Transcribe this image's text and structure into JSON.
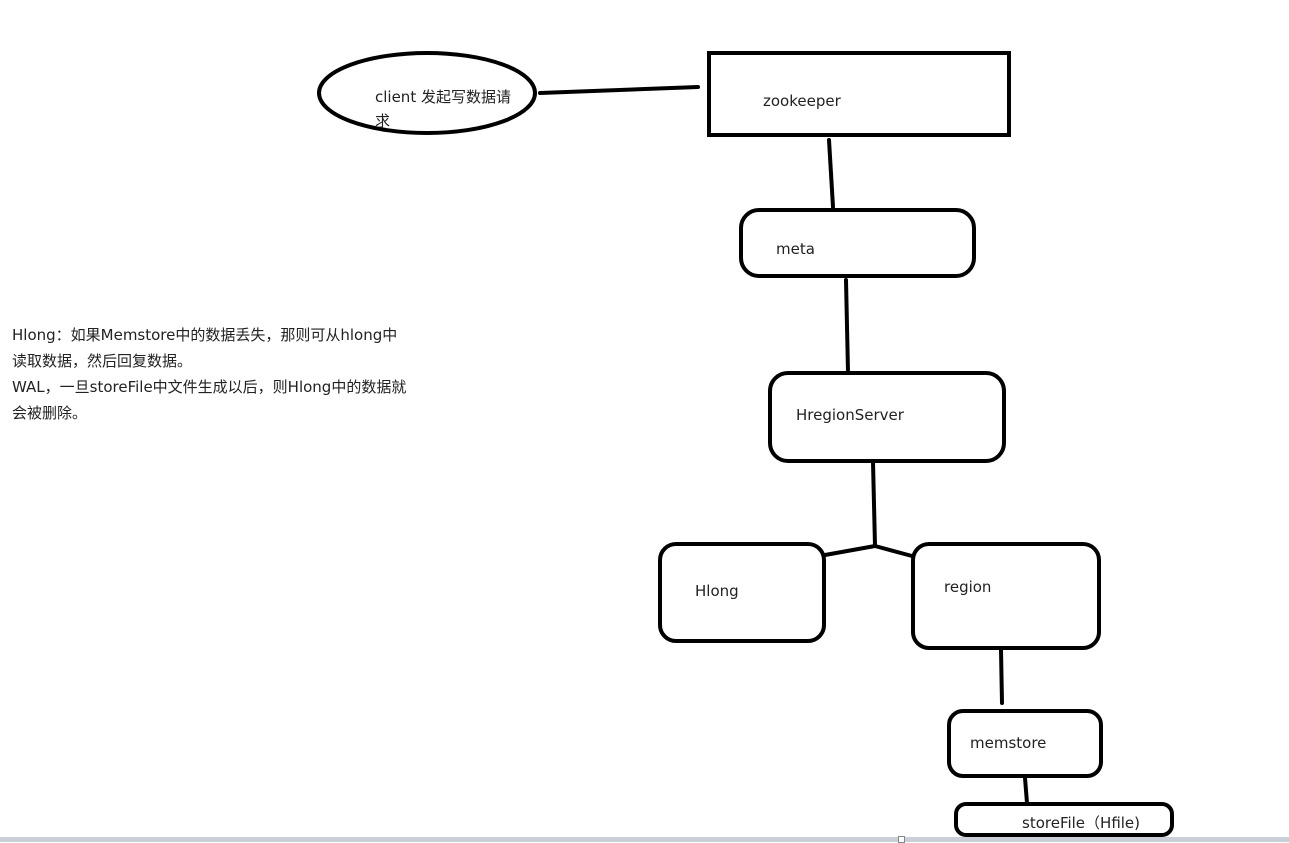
{
  "nodes": {
    "client": "client 发起写数据请求",
    "client_line1": "client 发起写数据请",
    "client_line2": "求",
    "zookeeper": "zookeeper",
    "meta": "meta",
    "hregionserver": "HregionServer",
    "hlong": "Hlong",
    "region": "region",
    "memstore": "memstore",
    "storefile": "storeFile（Hfile)"
  },
  "note": {
    "line1": "Hlong：如果Memstore中的数据丢失，那则可从hlong中",
    "line2": "读取数据，然后回复数据。",
    "line3": "WAL，一旦storeFile中文件生成以后，则Hlong中的数据就",
    "line4": "会被删除。"
  }
}
